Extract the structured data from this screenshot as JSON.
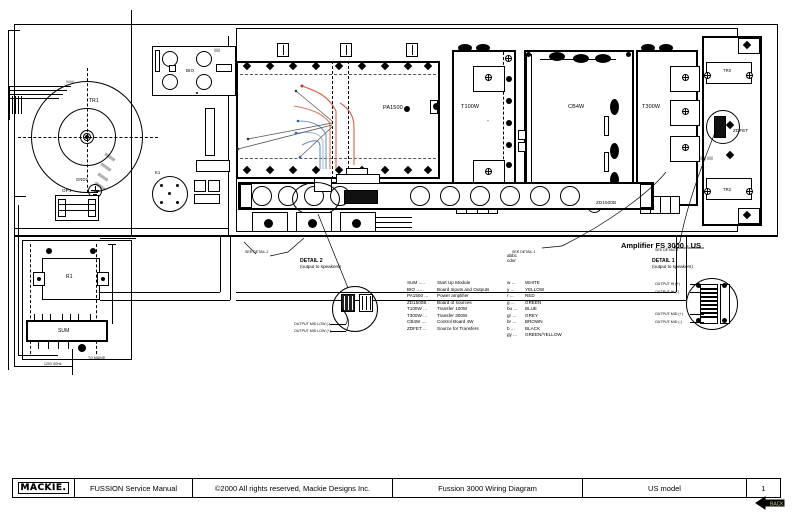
{
  "document": {
    "title": "Fussion 3000 Wiring Diagram",
    "amplifier_title": "Amplifier FS 3000 - US"
  },
  "footer": {
    "logo": "MACKIE.",
    "manual": "FUSSION Service Manual",
    "copyright": "©2000 All rights reserved, Mackie Designs Inc.",
    "drawing_title": "Fussion 3000 Wiring Diagram",
    "model": "US model",
    "page": "1",
    "back_label": "BACK"
  },
  "legend": {
    "abbr_header": "abbc",
    "color_header": "cdor",
    "abbreviations": [
      {
        "code": "SUM",
        "dots": ".....",
        "desc": "Start Up Module"
      },
      {
        "code": "BIO",
        "dots": "......",
        "desc": "Board Inputs and Outputs"
      },
      {
        "code": "PA1500",
        "dots": "...",
        "desc": "Power amplifier"
      },
      {
        "code": "ZD1500B",
        "dots": ".",
        "desc": "Board of sources"
      },
      {
        "code": "T100W",
        "dots": "...",
        "desc": "Transfer 100W"
      },
      {
        "code": "T300W",
        "dots": "...",
        "desc": "Transfer 300W"
      },
      {
        "code": "CB4W",
        "dots": "....",
        "desc": "Control Board 4W"
      },
      {
        "code": "ZDFET",
        "dots": "...",
        "desc": "Source for Transfers"
      }
    ],
    "colors": [
      {
        "code": "w",
        "dots": "...",
        "name": "WHITE",
        "hex": "#ffffff"
      },
      {
        "code": "y",
        "dots": "...",
        "name": "YELLOW",
        "hex": "#ffe600"
      },
      {
        "code": "r",
        "dots": "...",
        "name": "RED",
        "hex": "#e03020"
      },
      {
        "code": "g",
        "dots": "...",
        "name": "GREEN",
        "hex": "#19a04a"
      },
      {
        "code": "bu",
        "dots": "...",
        "name": "BLUE",
        "hex": "#2b5fd0"
      },
      {
        "code": "gr",
        "dots": "...",
        "name": "GREY",
        "hex": "#888888"
      },
      {
        "code": "br",
        "dots": "...",
        "name": "BROWN",
        "hex": "#8a5020"
      },
      {
        "code": "b",
        "dots": "...",
        "name": "BLACK",
        "hex": "#000000"
      },
      {
        "code": "gy",
        "dots": "...",
        "name": "GREEN/YELLOW",
        "hex": "#7bbf3a"
      }
    ]
  },
  "details": [
    {
      "title": "DETAIL 2",
      "subtitle": "(output to speakers)",
      "callouts": [
        "OUTPUT MID LOW (-)",
        "OUTPUT MID LOW (+)"
      ]
    },
    {
      "title": "DETAIL 1",
      "subtitle": "(output to speakers)",
      "callouts": [
        "OUTPUT HI (+)",
        "OUTPUT HI (-)",
        "OUTPUT MID (+)",
        "OUTPUT MID (-)"
      ]
    }
  ],
  "callout_refs": [
    {
      "label": "SEE DETAIL 2"
    },
    {
      "label": "SEE DETAIL 1"
    },
    {
      "label": "SEE DETAIL 1"
    }
  ],
  "blocks": [
    {
      "name": "TR1",
      "label": "TR1"
    },
    {
      "name": "BIO",
      "label": "BIO"
    },
    {
      "name": "PA1500",
      "label": "PA1500"
    },
    {
      "name": "T100W",
      "label": "T100W"
    },
    {
      "name": "CB4W",
      "label": "CB4W"
    },
    {
      "name": "T300W",
      "label": "T300W"
    },
    {
      "name": "ZD1500B",
      "label": "ZD1500B"
    },
    {
      "name": "ZDFET",
      "label": "ZDFET"
    },
    {
      "name": "TR0",
      "label": "TR0"
    },
    {
      "name": "TR2",
      "label": "TR2"
    },
    {
      "name": "SUM",
      "label": "SUM"
    },
    {
      "name": "R1",
      "label": "R1"
    },
    {
      "name": "OP1",
      "label": "OP1"
    },
    {
      "name": "K1",
      "label": "K1"
    },
    {
      "name": "GND1",
      "label": "GND1"
    },
    {
      "name": "GND2",
      "label": "GND2"
    }
  ]
}
